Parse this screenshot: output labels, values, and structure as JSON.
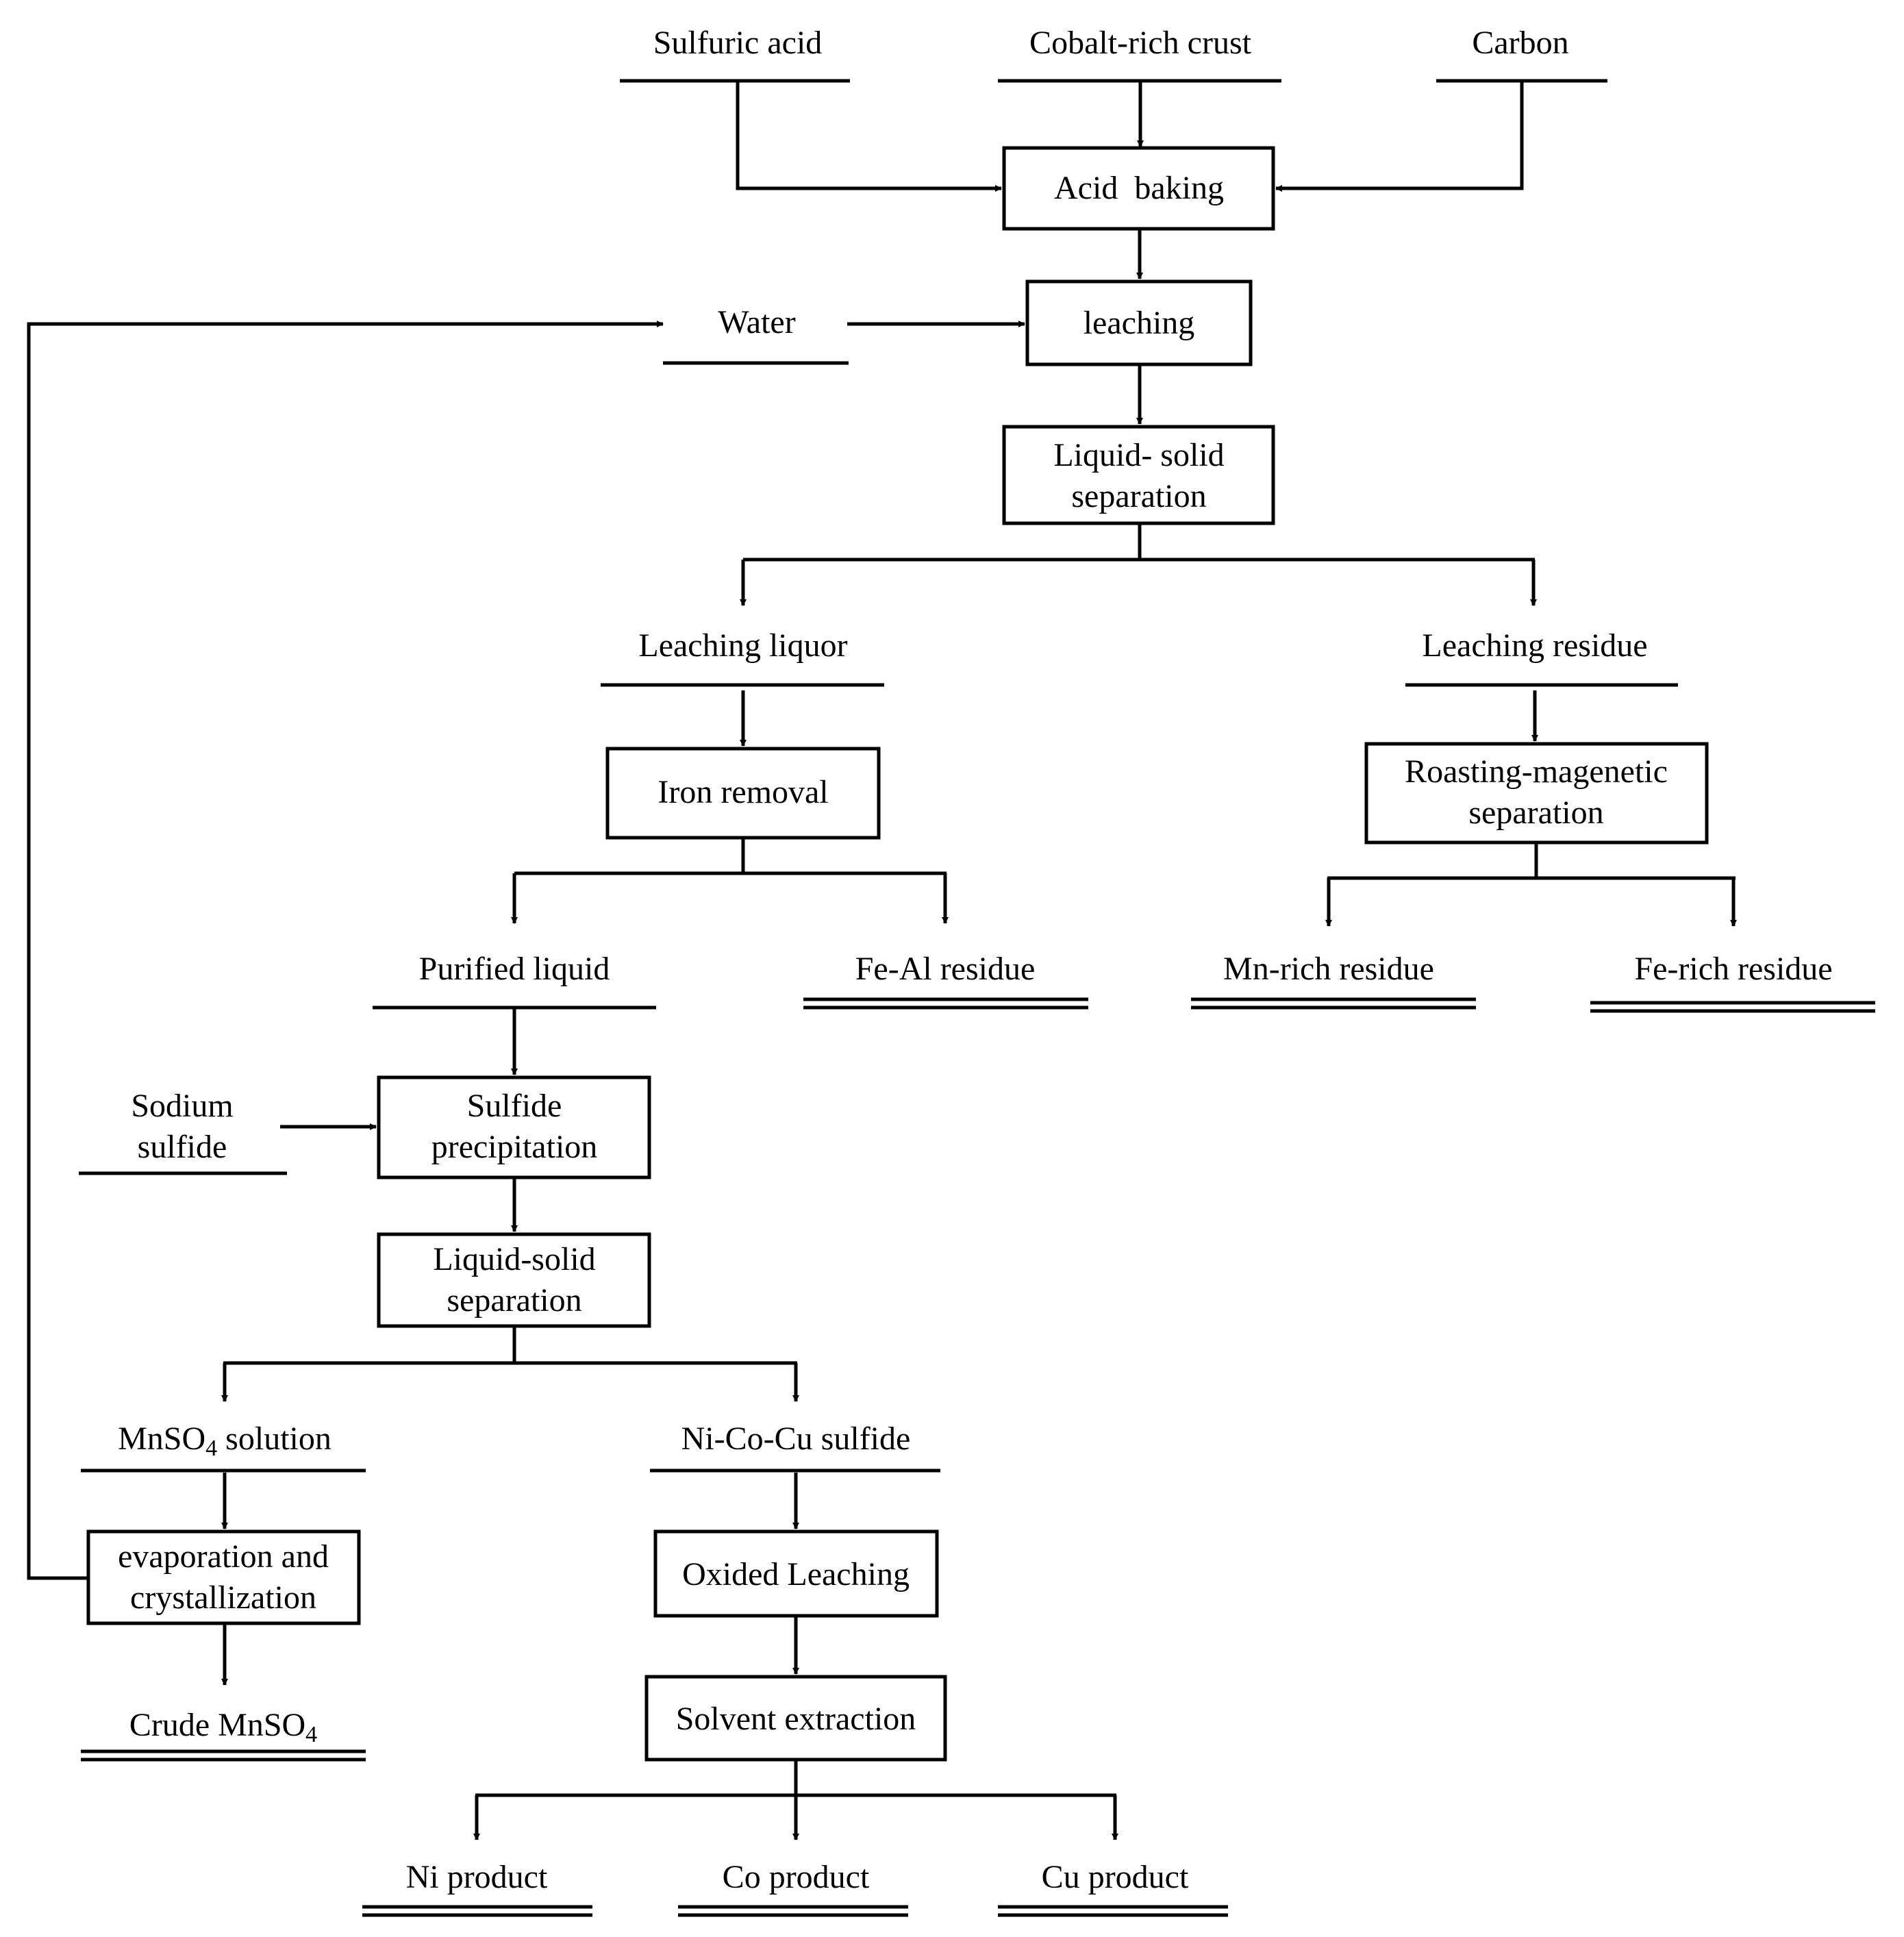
{
  "nodes": {
    "sulfuric_acid": "Sulfuric acid",
    "cobalt_rich_crust": "Cobalt-rich crust",
    "carbon": "Carbon",
    "acid_baking": "Acid  baking",
    "water": "Water",
    "leaching": "leaching",
    "ls_sep_1_line1": "Liquid- solid",
    "ls_sep_1_line2": "separation",
    "leaching_liquor": "Leaching liquor",
    "leaching_residue": "Leaching residue",
    "iron_removal": "Iron removal",
    "roasting_line1": "Roasting-magenetic",
    "roasting_line2": "separation",
    "purified_liquid": "Purified liquid",
    "fe_al_residue": "Fe-Al residue",
    "mn_rich_residue": "Mn-rich residue",
    "fe_rich_residue": "Fe-rich residue",
    "sodium_sulfide_line1": "Sodium",
    "sodium_sulfide_line2": "sulfide",
    "sulfide_precip_line1": "Sulfide",
    "sulfide_precip_line2": "precipitation",
    "ls_sep_2_line1": "Liquid-solid",
    "ls_sep_2_line2": "separation",
    "mnso4_solution_prefix": "MnSO",
    "mnso4_solution_sub": "4",
    "mnso4_solution_suffix": " solution",
    "ni_co_cu_sulfide": "Ni-Co-Cu sulfide",
    "evap_line1": "evaporation and",
    "evap_line2": "crystallization",
    "oxided_leaching": "Oxided Leaching",
    "crude_mnso4_prefix": "Crude MnSO",
    "crude_mnso4_sub": "4",
    "solvent_extraction": "Solvent extraction",
    "ni_product": "Ni product",
    "co_product": "Co product",
    "cu_product": "Cu product"
  }
}
